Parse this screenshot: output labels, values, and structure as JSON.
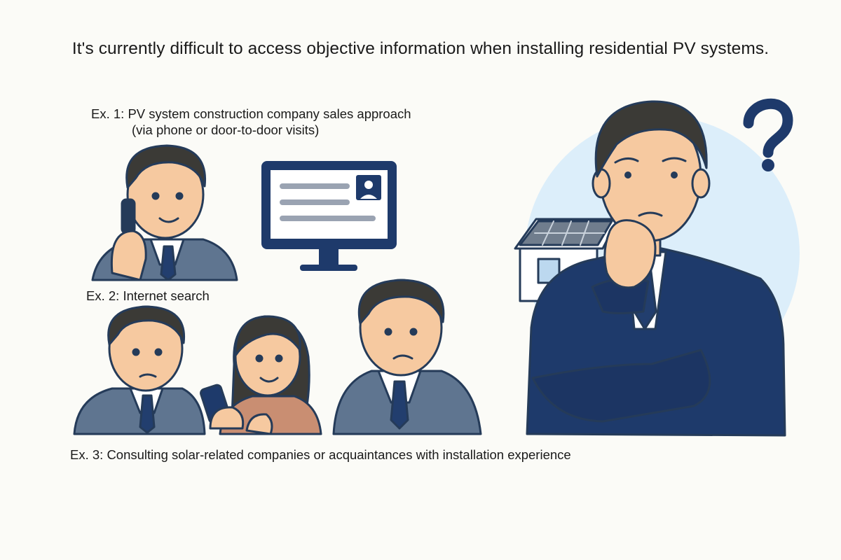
{
  "headline": "It's currently difficult to access objective information when installing residential PV systems.",
  "examples": [
    {
      "label": "Ex. 1: PV system construction company sales approach",
      "sublabel": "(via phone or door-to-door visits)"
    },
    {
      "label": "Ex. 2: Internet search"
    },
    {
      "label": "Ex. 3: Consulting solar-related companies or acquaintances with installation experience"
    }
  ],
  "icons": {
    "question_mark": "question-mark-icon",
    "monitor": "monitor-icon",
    "phone": "phone-icon",
    "house": "house-with-solar-panel-icon"
  },
  "colors": {
    "navy": "#1e3a6b",
    "grey_suit": "#5f7590",
    "skin": "#f6c9a0",
    "hair": "#3b3a36",
    "bubble": "#dceefa",
    "background": "#fbfbf7"
  }
}
